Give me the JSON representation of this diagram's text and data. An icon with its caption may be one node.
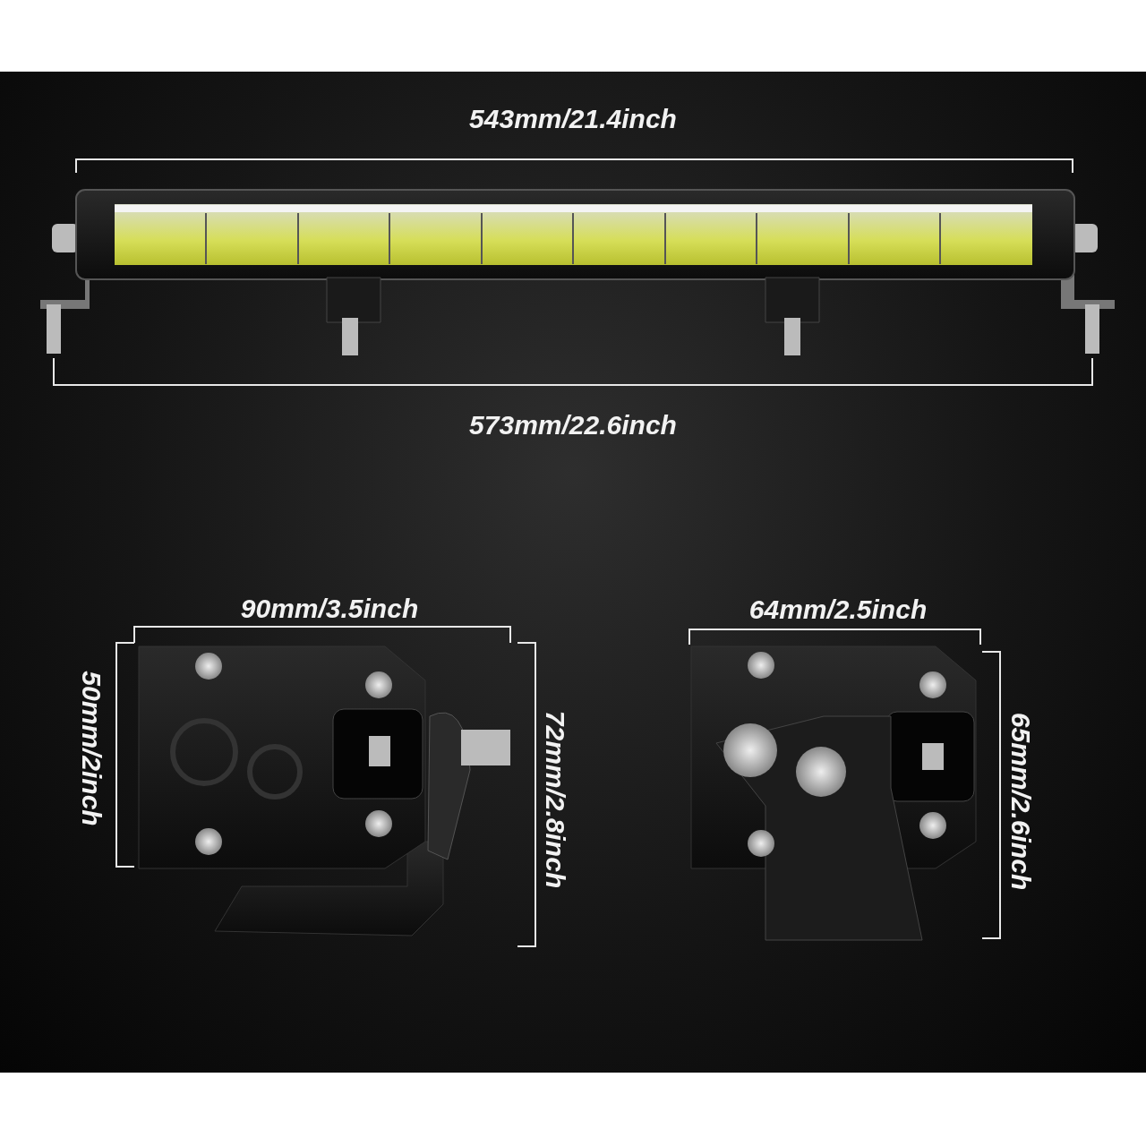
{
  "diagram": {
    "labels": [
      "543mm/21.4inch",
      "573mm/22.6inch",
      "90mm/3.5inch",
      "50mm/2inch",
      "72mm/2.8inch",
      "64mm/2.5inch",
      "65mm/2.6inch"
    ]
  }
}
